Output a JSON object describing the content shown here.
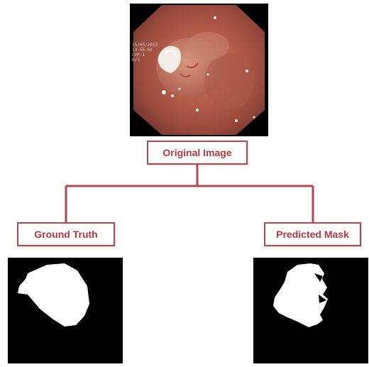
{
  "diagram": {
    "original_label": "Original Image",
    "ground_truth_label": "Ground Truth",
    "predicted_label": "Predicted Mask",
    "connector_color": "#b5474b",
    "label_text_color": "#b23a3f"
  },
  "endoscopy_overlay": {
    "line1": "15/05/2012",
    "line2": "13:55:02",
    "line3": "CVP:1",
    "line4": "0/1"
  },
  "icons": {
    "original": "endoscopy-image",
    "ground_truth": "binary-mask",
    "predicted": "binary-mask"
  }
}
